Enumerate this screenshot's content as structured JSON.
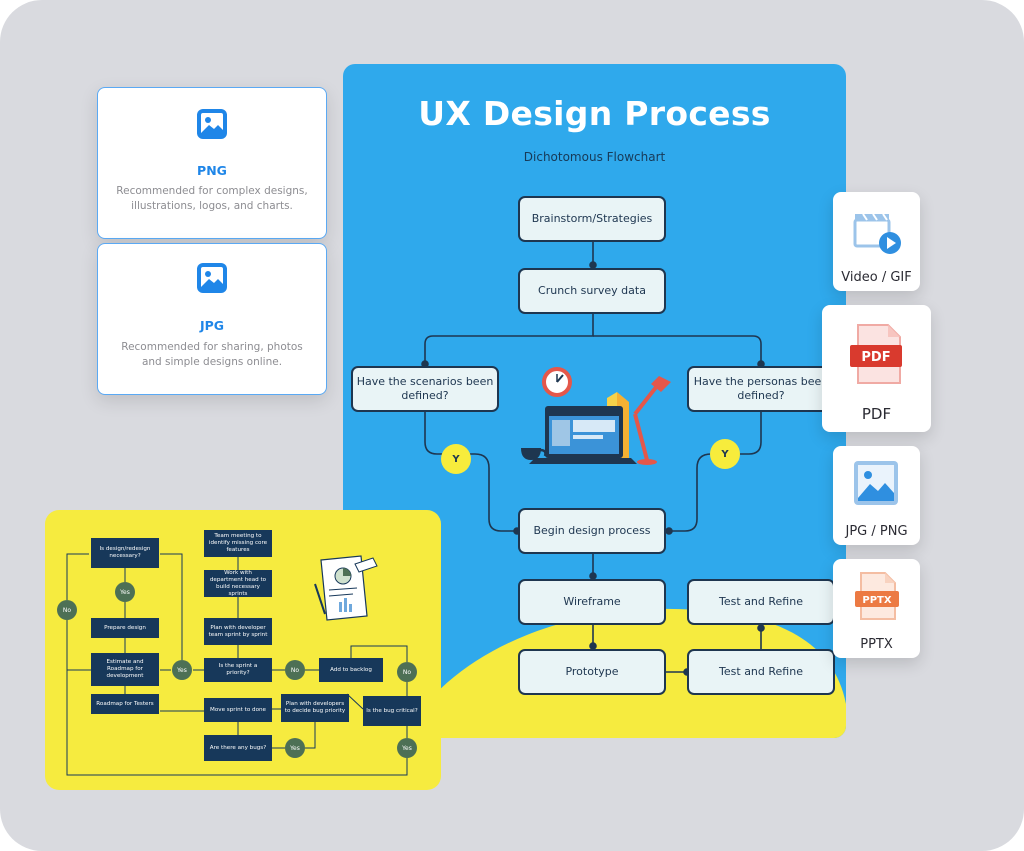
{
  "export_options": [
    {
      "title": "PNG",
      "description": "Recommended for complex designs, illustrations, logos, and charts.",
      "icon": "image-icon"
    },
    {
      "title": "JPG",
      "description": "Recommended for sharing, photos and simple designs online.",
      "icon": "image-icon"
    }
  ],
  "poster": {
    "title": "UX Design Process",
    "subtitle": "Dichotomous Flowchart",
    "nodes": {
      "brainstorm": "Brainstorm/Strategies",
      "crunch": "Crunch survey data",
      "scenarios": "Have the scenarios been defined?",
      "personas": "Have the personas been defined?",
      "begin": "Begin design process",
      "wireframe": "Wireframe",
      "prototype": "Prototype",
      "test_refine_top": "Test and Refine",
      "test_refine_bottom": "Test and Refine"
    },
    "badge_left": "Y",
    "badge_right": "Y",
    "colors": {
      "background": "#2fa9ec",
      "node_border": "#1e3650",
      "node_fill": "#e9f4f6",
      "badge": "#f7ec3c",
      "accent_yellow": "#f6eb3f"
    }
  },
  "formats": [
    {
      "label": "Video / GIF",
      "icon": "video-icon"
    },
    {
      "label": "PDF",
      "icon": "pdf-file-icon",
      "badge": "PDF"
    },
    {
      "label": "JPG / PNG",
      "icon": "image-icon"
    },
    {
      "label": "PPTX",
      "icon": "pptx-file-icon",
      "badge": "PPTX"
    }
  ],
  "mini_flowchart": {
    "boxes": {
      "is_design": "Is design/redesign necessary?",
      "prepare": "Prepare design",
      "estimate": "Estimate and Roadmap for development",
      "roadmap_testers": "Roadmap for Testers",
      "team_meeting": "Team meeting to identify missing core features",
      "work_dept": "Work with department head to build necessary sprints",
      "plan_sprint": "Plan with developer team sprint by sprint",
      "sprint_priority": "Is the sprint a priority?",
      "move_done": "Move sprint to done",
      "any_bugs": "Are there any bugs?",
      "add_backlog": "Add to backlog",
      "plan_bug": "Plan with developers to decide bug priority",
      "bug_critical": "Is the bug critical?"
    },
    "circles": {
      "yes1": "Yes",
      "no_left": "No",
      "yes_mid": "Yes",
      "no_mid": "No",
      "no_right": "No",
      "yes_bugs": "Yes",
      "yes_right": "Yes"
    }
  }
}
